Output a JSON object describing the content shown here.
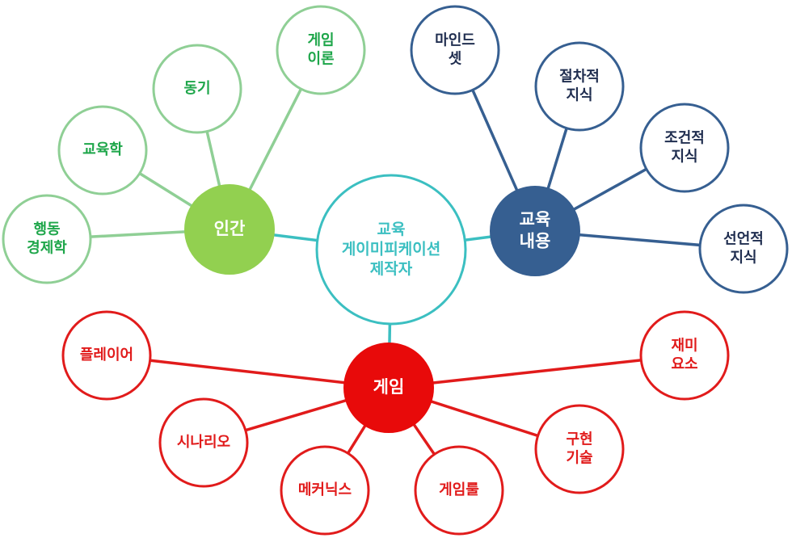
{
  "colors": {
    "teal": "#3bbfc1",
    "green_line": "#8fcf95",
    "green_text": "#1ea64a",
    "green_hub": "#92d050",
    "blue": "#365f91",
    "blue_text": "#1f2d4f",
    "red": "#e11b1b",
    "red_hub": "#e80a0a"
  },
  "center": {
    "lines": [
      "교육",
      "게이미피케이션",
      "제작자"
    ]
  },
  "hubs": {
    "human": {
      "lines": [
        "인간"
      ]
    },
    "content": {
      "lines": [
        "교육",
        "내용"
      ]
    },
    "game": {
      "lines": [
        "게임"
      ]
    }
  },
  "human_nodes": [
    {
      "lines": [
        "행동",
        "경제학"
      ]
    },
    {
      "lines": [
        "교육학"
      ]
    },
    {
      "lines": [
        "동기"
      ]
    },
    {
      "lines": [
        "게임",
        "이론"
      ]
    }
  ],
  "content_nodes": [
    {
      "lines": [
        "마인드",
        "셋"
      ]
    },
    {
      "lines": [
        "절차적",
        "지식"
      ]
    },
    {
      "lines": [
        "조건적",
        "지식"
      ]
    },
    {
      "lines": [
        "선언적",
        "지식"
      ]
    }
  ],
  "game_nodes": [
    {
      "lines": [
        "플레이어"
      ]
    },
    {
      "lines": [
        "시나리오"
      ]
    },
    {
      "lines": [
        "메커닉스"
      ]
    },
    {
      "lines": [
        "게임룰"
      ]
    },
    {
      "lines": [
        "구현",
        "기술"
      ]
    },
    {
      "lines": [
        "재미",
        "요소"
      ]
    }
  ]
}
